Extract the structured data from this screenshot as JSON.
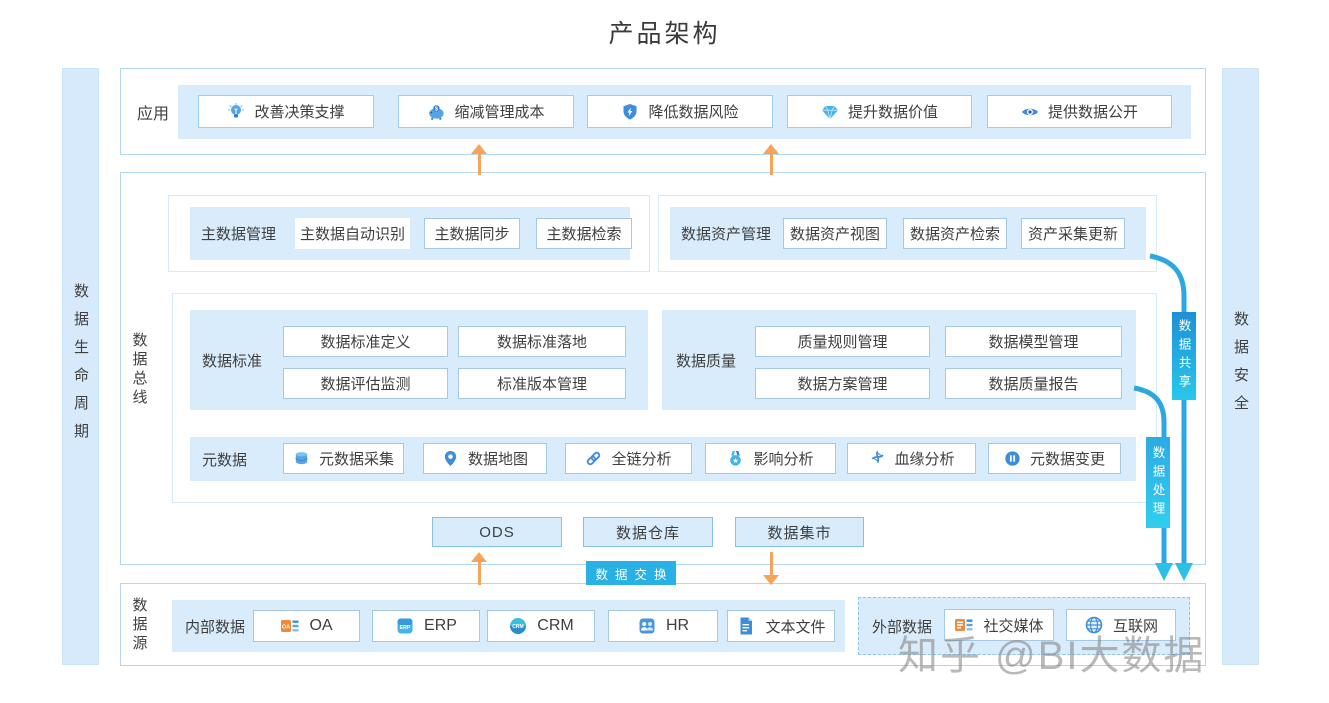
{
  "title": "产品架构",
  "watermark": "知乎 @BI大数据",
  "colors": {
    "light_blue_fill": "#d9ecfb",
    "frame_border": "#b3d7ef",
    "button_border": "#a6c8e0",
    "accent_blue": "#3e8ddb",
    "cyan": "#29b1e6",
    "orange": "#f6a35c",
    "text": "#3f3f3f"
  },
  "left_bar": {
    "label": "数据生命周期"
  },
  "right_bar": {
    "label": "数据安全"
  },
  "flow_badges": {
    "share": "数据共享",
    "process": "数据处理",
    "exchange": "数据交换"
  },
  "app": {
    "label": "应用",
    "items": [
      {
        "icon": "lightbulb-icon",
        "label": "改善决策支撑"
      },
      {
        "icon": "piggy-bank-icon",
        "label": "缩减管理成本"
      },
      {
        "icon": "shield-lightning-icon",
        "label": "降低数据风险"
      },
      {
        "icon": "diamond-icon",
        "label": "提升数据价值"
      },
      {
        "icon": "eye-icon",
        "label": "提供数据公开"
      }
    ]
  },
  "bus": {
    "label": "数据总线",
    "master": {
      "label": "主数据管理",
      "items": [
        {
          "label": "主数据自动识别"
        },
        {
          "label": "主数据同步"
        },
        {
          "label": "主数据检索"
        }
      ]
    },
    "asset": {
      "label": "数据资产管理",
      "items": [
        {
          "label": "数据资产视图"
        },
        {
          "label": "数据资产检索"
        },
        {
          "label": "资产采集更新"
        }
      ]
    },
    "standard": {
      "label": "数据标准",
      "items": [
        {
          "label": "数据标准定义"
        },
        {
          "label": "数据标准落地"
        },
        {
          "label": "数据评估监测"
        },
        {
          "label": "标准版本管理"
        }
      ]
    },
    "quality": {
      "label": "数据质量",
      "items": [
        {
          "label": "质量规则管理"
        },
        {
          "label": "数据模型管理"
        },
        {
          "label": "数据方案管理"
        },
        {
          "label": "数据质量报告"
        }
      ]
    },
    "metadata": {
      "label": "元数据",
      "items": [
        {
          "icon": "database-icon",
          "label": "元数据采集"
        },
        {
          "icon": "map-pin-icon",
          "label": "数据地图"
        },
        {
          "icon": "chain-link-icon",
          "label": "全链分析"
        },
        {
          "icon": "medal-icon",
          "label": "影响分析"
        },
        {
          "icon": "dna-icon",
          "label": "血缘分析"
        },
        {
          "icon": "pause-circle-icon",
          "label": "元数据变更"
        }
      ]
    },
    "storage": {
      "items": [
        {
          "label": "ODS"
        },
        {
          "label": "数据仓库"
        },
        {
          "label": "数据集市"
        }
      ]
    }
  },
  "source": {
    "label": "数据源",
    "internal": {
      "label": "内部数据",
      "items": [
        {
          "icon": "oa-icon",
          "label": "OA"
        },
        {
          "icon": "erp-icon",
          "label": "ERP"
        },
        {
          "icon": "crm-icon",
          "label": "CRM"
        },
        {
          "icon": "hr-icon",
          "label": "HR"
        },
        {
          "icon": "text-file-icon",
          "label": "文本文件"
        }
      ]
    },
    "external": {
      "label": "外部数据",
      "items": [
        {
          "icon": "social-media-icon",
          "label": "社交媒体"
        },
        {
          "icon": "globe-icon",
          "label": "互联网"
        }
      ]
    }
  }
}
